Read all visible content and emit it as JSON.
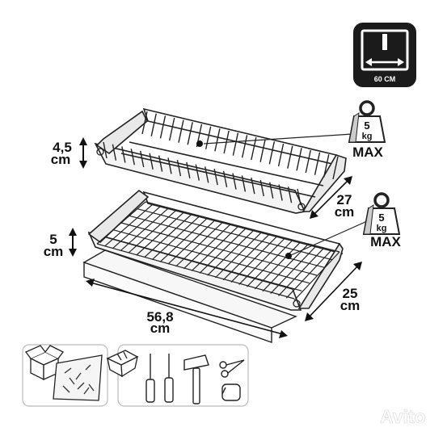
{
  "badge": {
    "width_label": "60 CM"
  },
  "upper_rack": {
    "height_value": "4,5",
    "height_unit": "cm",
    "depth_value": "27",
    "depth_unit": "cm",
    "max_load": {
      "value": "5",
      "unit": "kg",
      "label": "MAX"
    }
  },
  "lower_tray": {
    "height_value": "5",
    "height_unit": "cm",
    "depth_value": "25",
    "depth_unit": "cm",
    "max_load": {
      "value": "5",
      "unit": "kg",
      "label": "MAX"
    }
  },
  "overall_width": {
    "value": "56,8",
    "unit": "cm"
  },
  "watermark": "Avito",
  "icons": [
    "box-icon",
    "hardware-bag-icon",
    "parts-basket-icon",
    "screwdriver-icon",
    "screwdriver-icon",
    "hammer-icon",
    "scissors-icon",
    "tape-measure-icon",
    "weight-icon",
    "width-icon"
  ]
}
